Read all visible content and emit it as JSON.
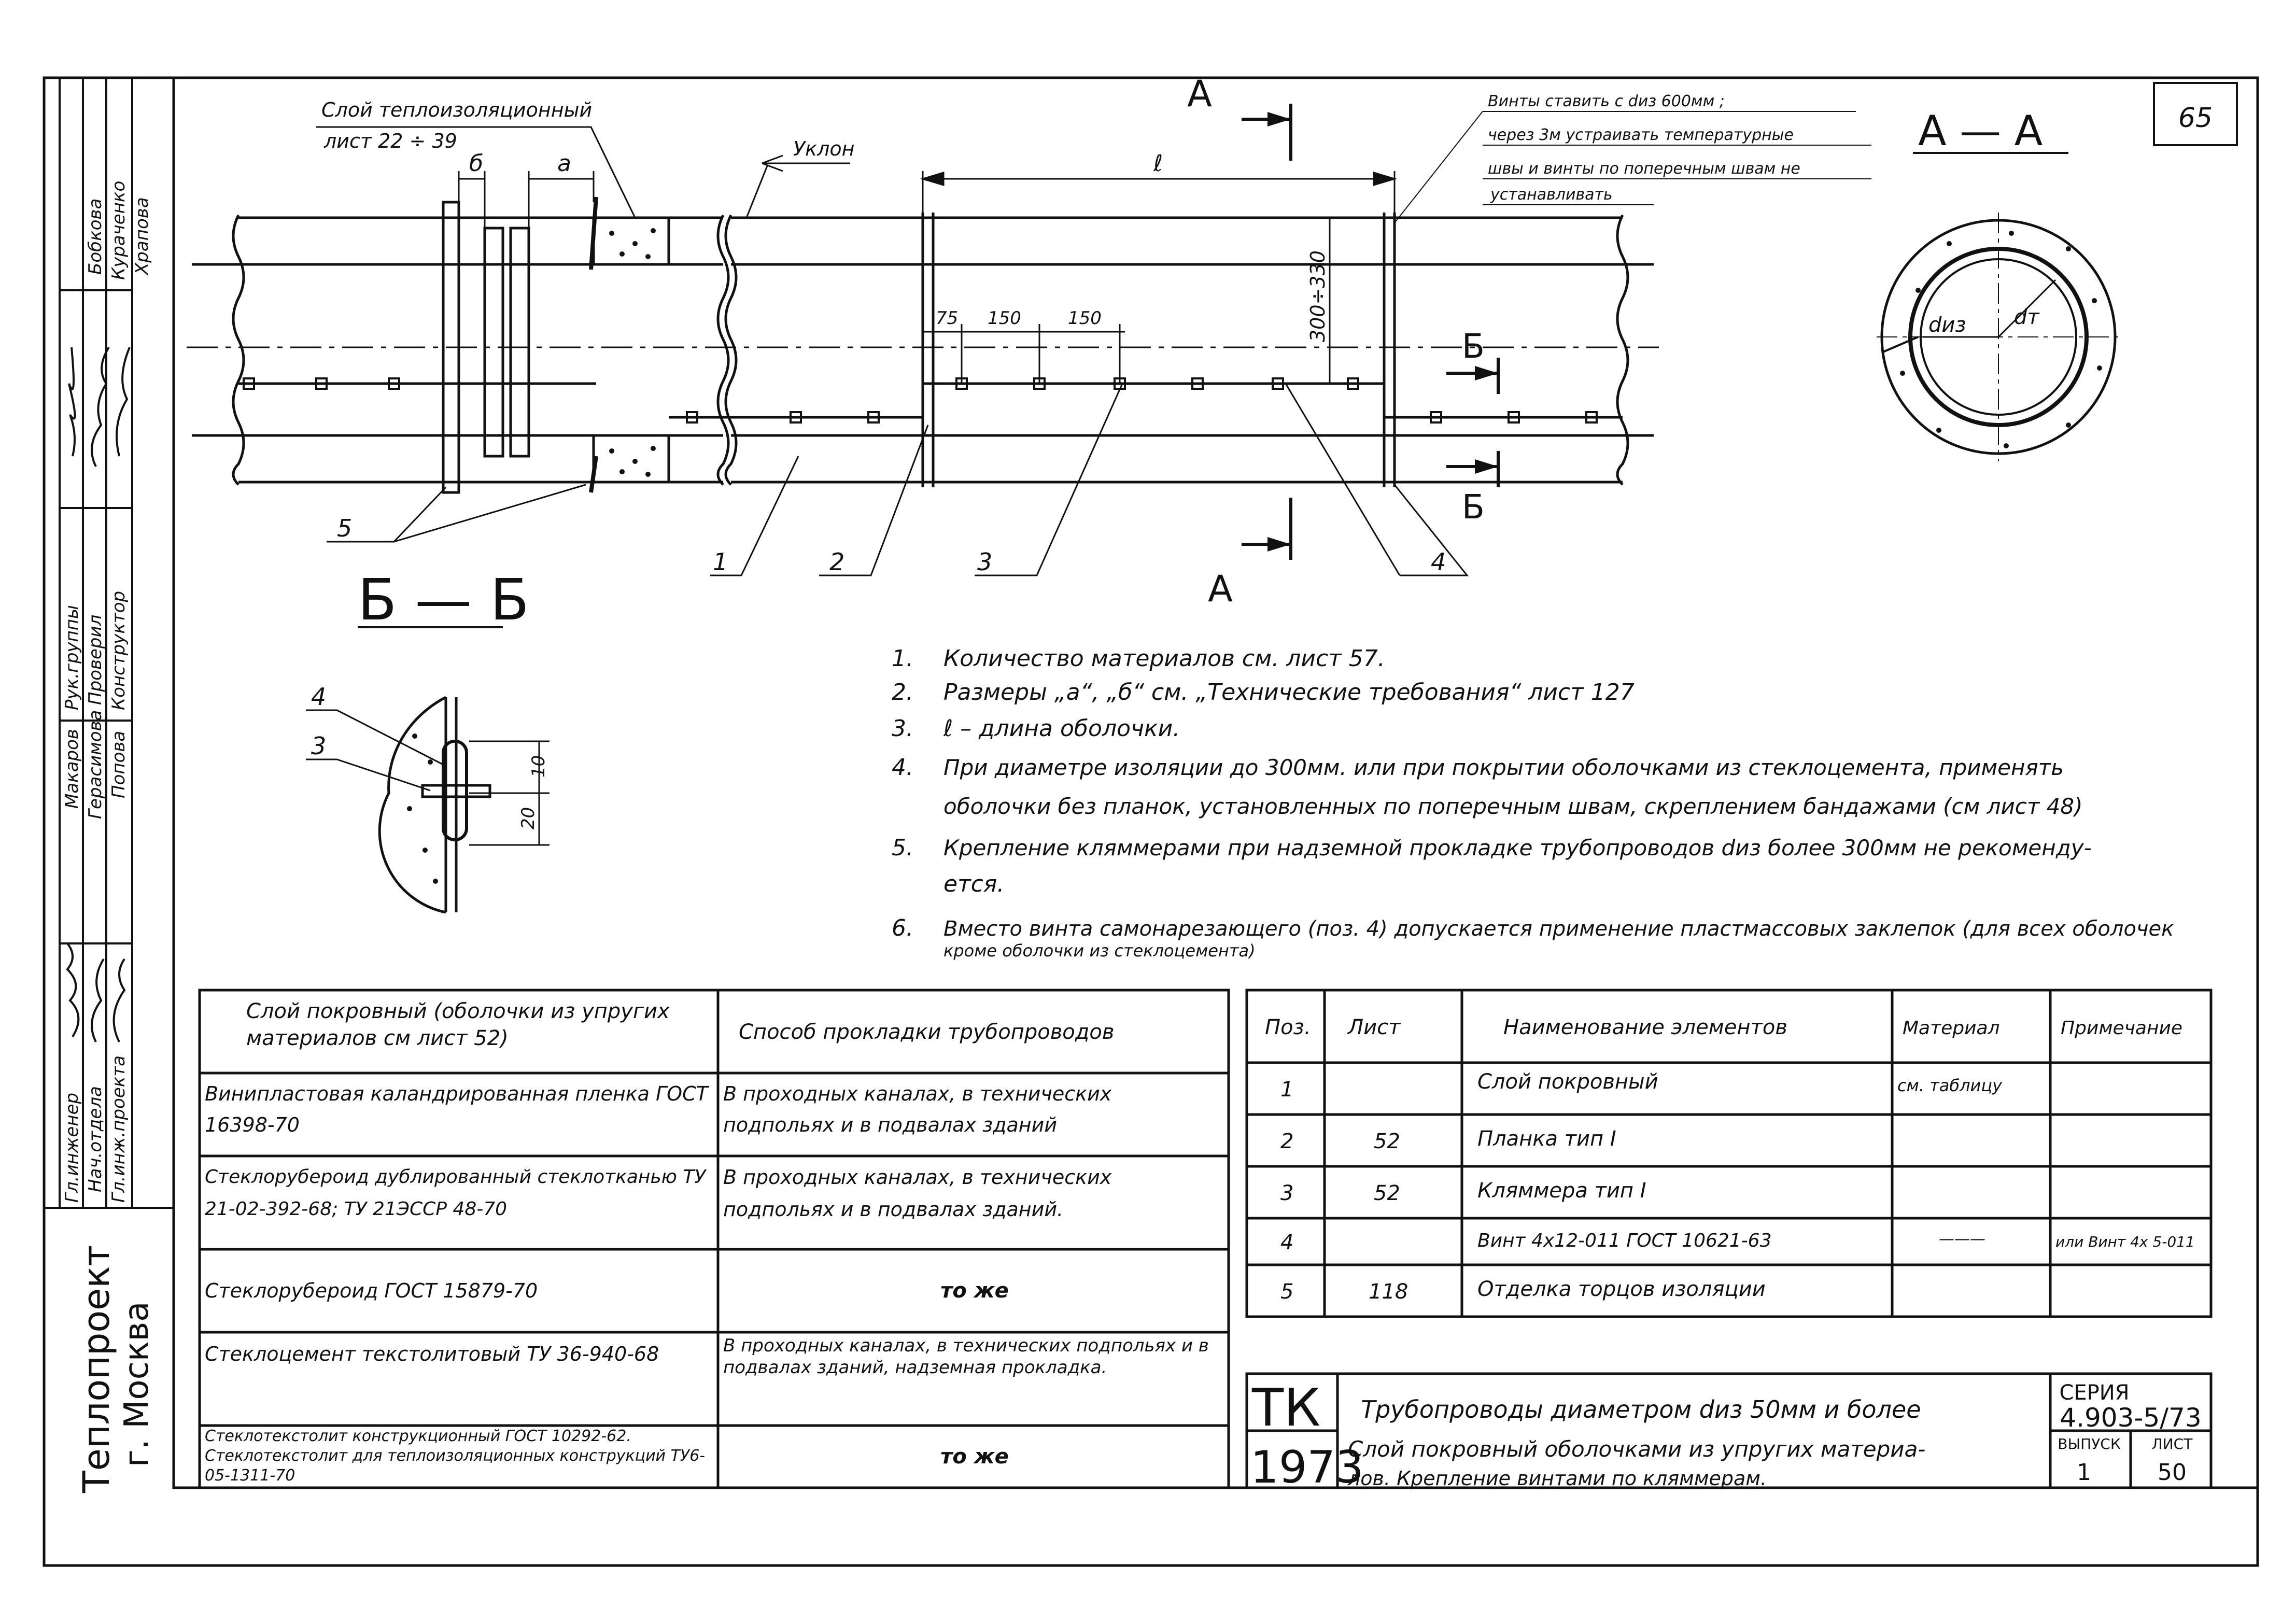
{
  "sheet_number": "65",
  "labels": {
    "insulation_layer": "Слой теплоизоляционный",
    "insulation_sheets": "лист 22 ÷ 39",
    "dim_b": "б",
    "dim_a": "а",
    "slope": "Уклон",
    "dim_l": "ℓ",
    "dim_75": "75",
    "dim_150a": "150",
    "dim_150b": "150",
    "dim_300": "300÷330",
    "section_A": "А",
    "section_B": "Б",
    "section_AA_title": "А — А",
    "section_BB_title": "Б — Б",
    "d_iz": "dиз",
    "d_t": "dт",
    "dim_10": "10",
    "dim_20": "20",
    "positions": [
      "1",
      "2",
      "3",
      "4",
      "5"
    ]
  },
  "top_note": [
    "Винты ставить с dиз 600мм ;",
    "через 3м устраивать температурные",
    "швы и винты по поперечным швам не",
    "устанавливать"
  ],
  "notes": [
    {
      "n": "1.",
      "text": "Количество материалов см. лист 57."
    },
    {
      "n": "2.",
      "text": "Размеры „а“, „б“ см. „Технические требования“ лист 127"
    },
    {
      "n": "3.",
      "text": "ℓ – длина оболочки."
    },
    {
      "n": "4.",
      "text": "При диаметре изоляции до 300мм. или при покрытии оболочками из стеклоцемента, применять"
    },
    {
      "n": "",
      "text": "оболочки без планок, установленных по поперечным швам, скреплением бандажами (см лист 48)"
    },
    {
      "n": "5.",
      "text": "Крепление кляммерами при надземной прокладке трубопроводов dиз более 300мм не рекоменду-"
    },
    {
      "n": "",
      "text": "ется."
    },
    {
      "n": "6.",
      "text": "Вместо винта самонарезающего (поз. 4) допускается применение пластмассовых заклепок (для всех оболочек"
    },
    {
      "n": "",
      "text": "кроме оболочки из стеклоцемента)"
    }
  ],
  "sidebar": {
    "roles": [
      "Гл.инженер",
      "Нач.отдела",
      "Гл.инж.проекта",
      "Рук.группы",
      "Проверил",
      "Конструктор",
      "Макаров",
      "Герасимова",
      "Попова",
      "Бобкова",
      "Кураченко",
      "Храпова"
    ],
    "org_line1": "Теплопроект",
    "org_line2": "г. Москва"
  },
  "left_table": {
    "headers": [
      "Слой покровный (оболочки из упругих материалов см лист 52)",
      "Способ прокладки трубопроводов"
    ],
    "rows": [
      [
        "Винипластовая каландрированная пленка ГОСТ 16398-70",
        "В проходных каналах, в технических подпольях и в подвалах зданий"
      ],
      [
        "Стеклорубероид дублированный стеклотканью ТУ 21-02-392-68; ТУ 21ЭССР 48-70",
        "В проходных каналах, в технических подпольях и в подвалах зданий."
      ],
      [
        "Стеклорубероид ГОСТ 15879-70",
        "то же"
      ],
      [
        "Стеклоцемент текстолитовый ТУ 36-940-68",
        "В проходных каналах, в технических подпольях и в подвалах зданий, надземная прокладка."
      ],
      [
        "Стеклотекстолит конструкционный ГОСТ 10292-62. Стеклотекстолит для теплоизоляционных конструкций ТУ6-05-1311-70",
        "то же"
      ]
    ]
  },
  "right_table": {
    "headers": [
      "Поз.",
      "Лист",
      "Наименование элементов",
      "Материал",
      "Примечание"
    ],
    "rows": [
      [
        "1",
        "",
        "Слой покровный",
        "см. таблицу",
        ""
      ],
      [
        "2",
        "52",
        "Планка тип I",
        "",
        ""
      ],
      [
        "3",
        "52",
        "Кляммера тип I",
        "",
        ""
      ],
      [
        "4",
        "",
        "Винт 4х12-011 ГОСТ 10621-63",
        "———",
        "или Винт 4х 5-011"
      ],
      [
        "5",
        "118",
        "Отделка торцов изоляции",
        "",
        ""
      ]
    ]
  },
  "title_block": {
    "tk": "ТК",
    "year": "1973",
    "title_line1": "Трубопроводы диаметром dиз 50мм и более",
    "title_line2": "Слой покровный оболочками из упругих материа-",
    "title_line3": "лов. Крепление винтами по кляммерам.",
    "series_label": "СЕРИЯ",
    "series": "4.903-5/73",
    "issue_label": "ВЫПУСК",
    "issue": "1",
    "sheet_label": "ЛИСТ",
    "sheet": "50"
  }
}
